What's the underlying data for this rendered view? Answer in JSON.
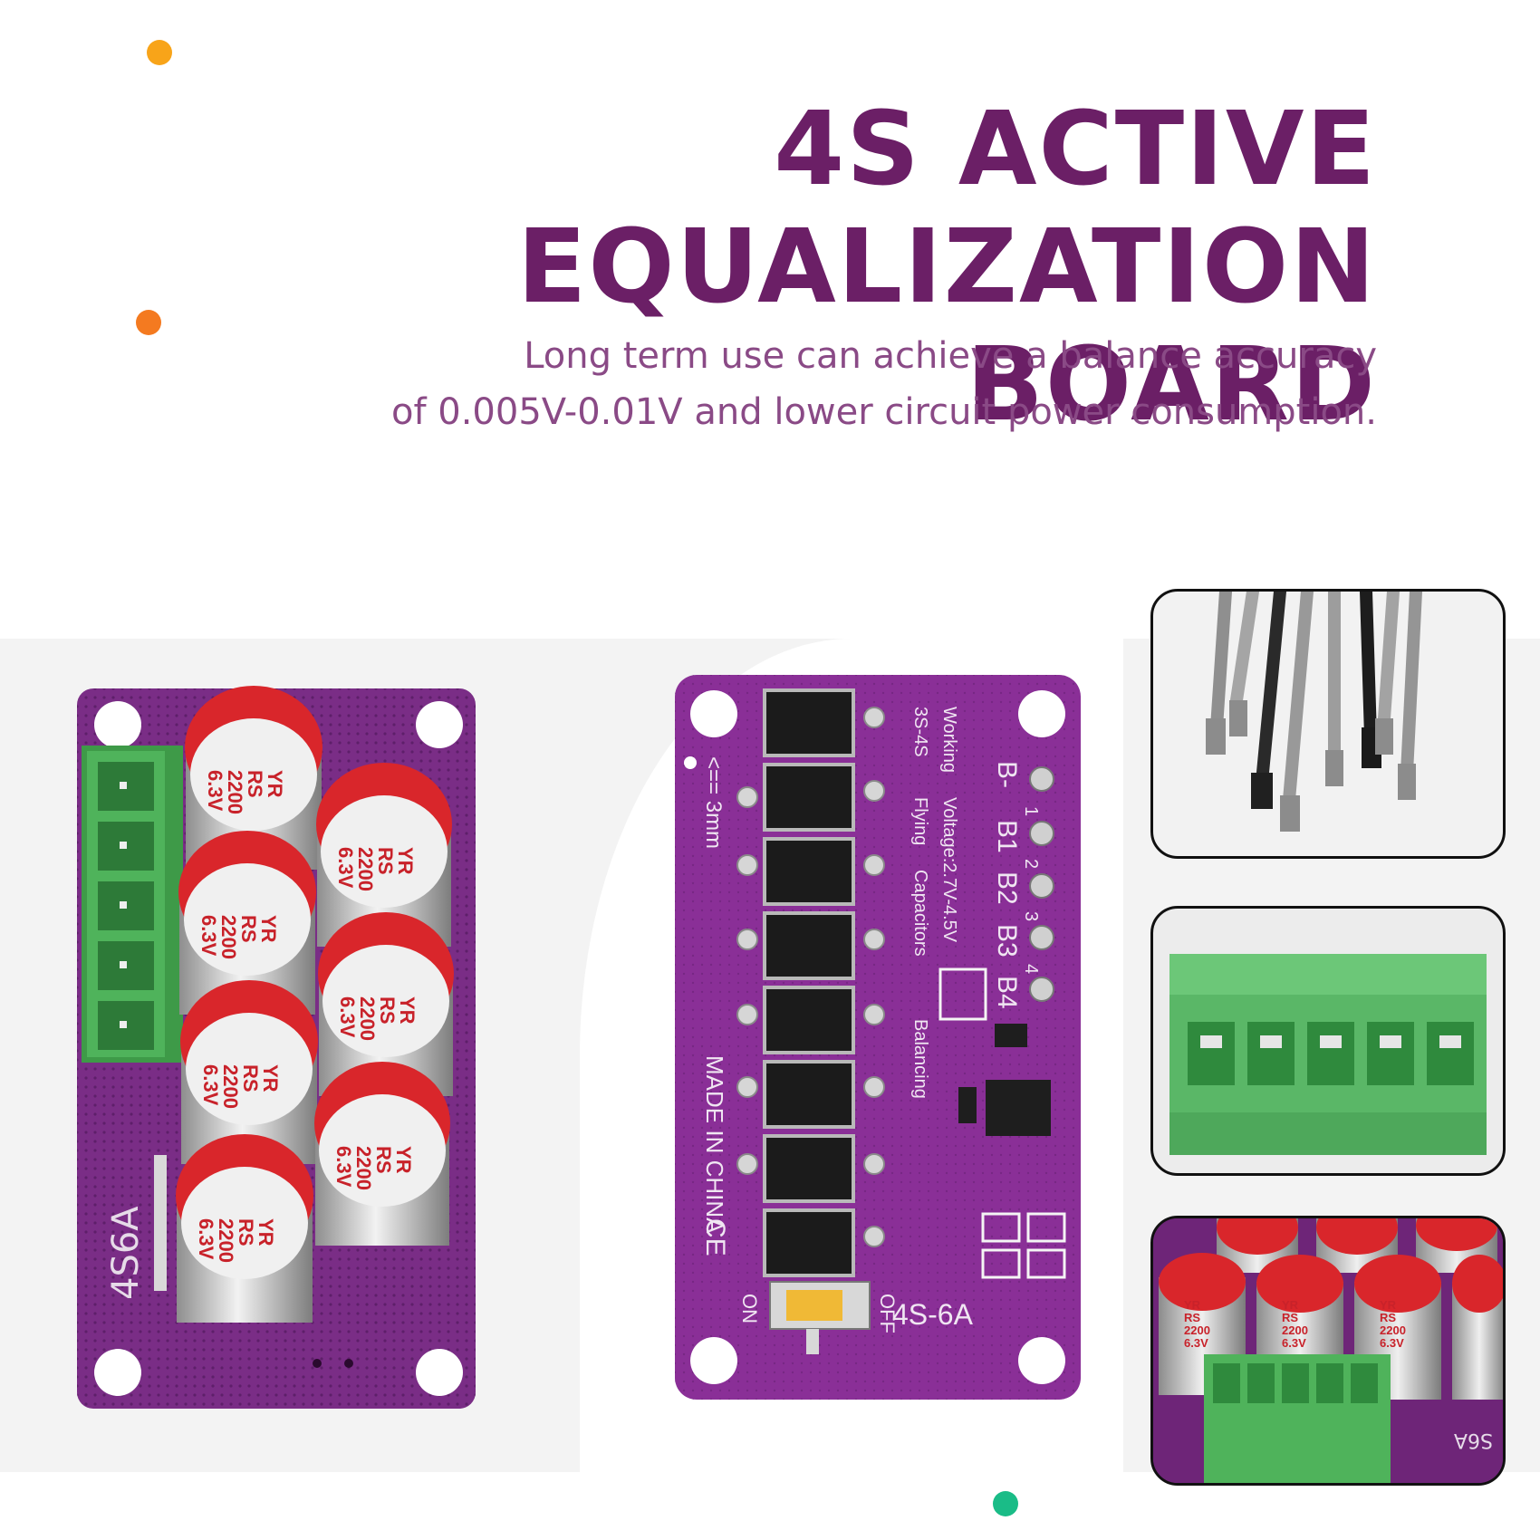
{
  "header": {
    "title_line1": "4S ACTIVE",
    "title_line2": "EQUALIZATION BOARD",
    "subtitle_line1": "Long term use can achieve a balance accuracy",
    "subtitle_line2": "of 0.005V-0.01V and lower circuit power consumption."
  },
  "colors": {
    "title": "#6b1f66",
    "subtitle": "#8a4a86",
    "pcb": "#7a2d86",
    "accent_dots": [
      "#f8a419",
      "#f47a20",
      "#1abc87"
    ]
  },
  "left_board": {
    "capacitor_text": [
      "YR",
      "RS",
      "2200",
      "6.3V"
    ],
    "label": "4S6A"
  },
  "center_board": {
    "side_text": [
      "Working",
      "Voltage:2.7V-4.5V",
      "3S-4S",
      "Flying",
      "Capacitors",
      "Balancing"
    ],
    "pins": [
      "B-",
      "B1",
      "B2",
      "B3",
      "B4"
    ],
    "cell_numbers": [
      "1",
      "2",
      "3",
      "4"
    ],
    "mounting_note": "<== 3mm",
    "origin": "MADE  IN  CHINA",
    "ce_mark": "CE",
    "switch_on": "ON",
    "switch_off": "OFF",
    "model": "4S-6A"
  },
  "detail_panels": {
    "capacitor_text": [
      "YR",
      "RS",
      "2200",
      "6.3V"
    ],
    "board_label_mirrored": "S6A"
  }
}
